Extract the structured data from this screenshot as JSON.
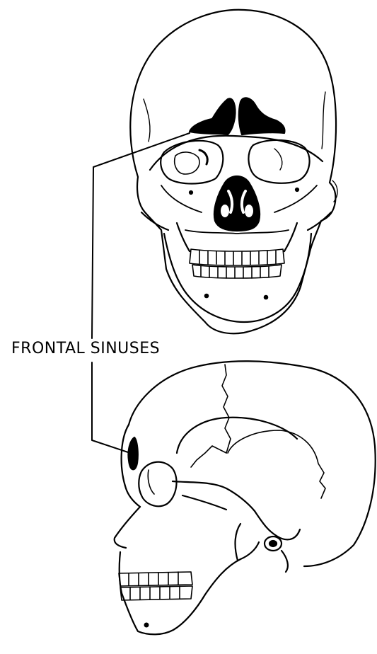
{
  "label": {
    "text": "FRONTAL SINUSES"
  },
  "colors": {
    "ink": "#000000",
    "paper": "#ffffff"
  },
  "icons": [
    "frontal-skull",
    "lateral-skull"
  ]
}
